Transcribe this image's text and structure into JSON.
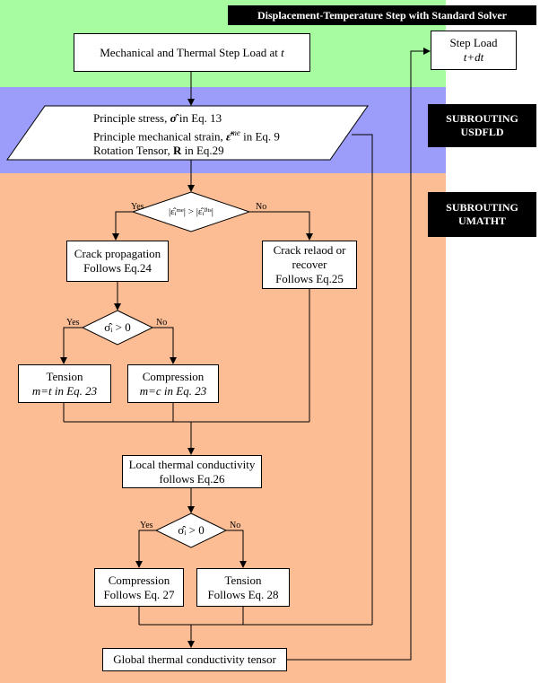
{
  "colors": {
    "green_band": "#a8fca0",
    "blue_band": "#9c9cfa",
    "orange_band": "#fcbd94",
    "tag_bg": "#000000",
    "tag_text": "#ffffff"
  },
  "header": {
    "title": "Displacement-Temperature Step with  Standard Solver"
  },
  "tags": {
    "usdfld_1": "SUBROUTING",
    "usdfld_2": "USDFLD",
    "umatht_1": "SUBROUTING",
    "umatht_2": "UMATHT"
  },
  "nodes": {
    "mech_load": "Mechanical and Thermal Step Load at ",
    "mech_load_t": "t",
    "step_load_1": "Step Load",
    "step_load_2": "t+dt",
    "para_1a": "Principle stress, ",
    "para_1b": "σ̂",
    "para_1c": " in Eq. 13",
    "para_2a": "Principle mechanical strain, ",
    "para_2b": "ε̂",
    "para_2c": "me",
    "para_2d": "  in Eq. 9",
    "para_3a": "Rotation Tensor, ",
    "para_3b": "R",
    "para_3c": "  in Eq.29",
    "crack_prop_1": "Crack propagation",
    "crack_prop_2": "Follows Eq.24",
    "crack_reload_1": "Crack relaod or",
    "crack_reload_2": "recover",
    "crack_reload_3": "Follows Eq.25",
    "tension1_1": "Tension",
    "tension1_2": "m=t in Eq. 23",
    "compression1_1": "Compression",
    "compression1_2": "m=c in Eq. 23",
    "local_cond_1": "Local thermal conductivity",
    "local_cond_2": "follows Eq.26",
    "compression2_1": "Compression",
    "compression2_2": "Follows Eq. 27",
    "tension2_1": "Tension",
    "tension2_2": "Follows  Eq. 28",
    "global_cond": "Global thermal conductivity tensor"
  },
  "decisions": {
    "d1_text": "|ε̂ᵢᵐᵉ| > |ε̂ᵢˡⁱᵗˢ|",
    "d2_text": "σ̂ᵢ > 0",
    "d3_text": "σ̂ᵢ > 0"
  },
  "labels": {
    "yes": "Yes",
    "no": "No"
  }
}
